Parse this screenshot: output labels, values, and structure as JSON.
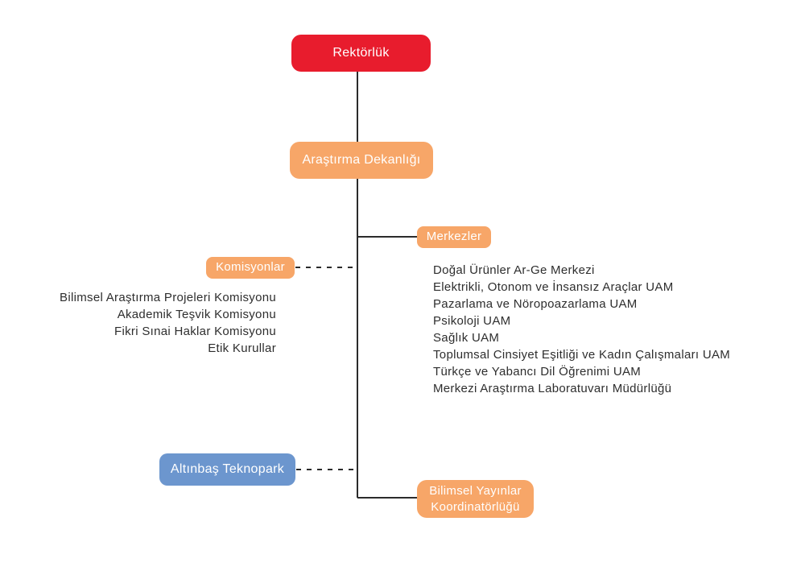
{
  "colors": {
    "root_red": "#e81c2d",
    "branch_orange": "#f7a668",
    "teknopark_blue": "#6c96ce",
    "connector_line": "#2b2b2b",
    "list_text": "#2e2e2e",
    "node_text": "#ffffff"
  },
  "org": {
    "root": {
      "label": "Rektörlük"
    },
    "dean": {
      "label": "Araştırma Dekanlığı"
    },
    "merkezler": {
      "label": "Merkezler",
      "items": [
        "Doğal Ürünler Ar-Ge Merkezi",
        "Elektrikli, Otonom ve İnsansız Araçlar UAM",
        "Pazarlama ve Nöropoazarlama UAM",
        "Psikoloji UAM",
        "Sağlık UAM",
        "Toplumsal Cinsiyet Eşitliği ve Kadın Çalışmaları UAM",
        "Türkçe ve Yabancı Dil Öğrenimi UAM",
        "Merkezi Araştırma Laboratuvarı Müdürlüğü"
      ]
    },
    "komisyonlar": {
      "label": "Komisyonlar",
      "items": [
        "Bilimsel Araştırma Projeleri Komisyonu",
        "Akademik Teşvik Komisyonu",
        "Fikri Sınai Haklar Komisyonu",
        "Etik Kurullar"
      ]
    },
    "teknopark": {
      "label": "Altınbaş Teknopark"
    },
    "yayinlar": {
      "label_line1": "Bilimsel Yayınlar",
      "label_line2": "Koordinatörlüğü"
    }
  }
}
